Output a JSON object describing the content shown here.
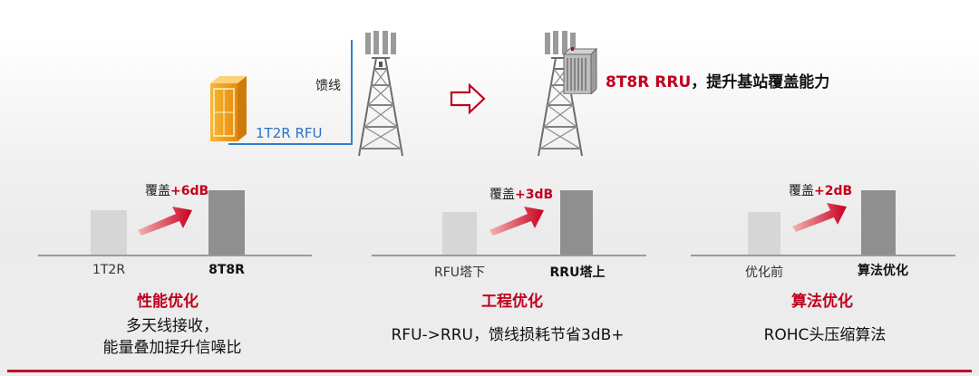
{
  "top": {
    "feeder_label": "馈线",
    "rfu_label": "1T2R RFU",
    "rru_prefix": "8T8R RRU",
    "rru_suffix": "，提升基站覆盖能力"
  },
  "panels": [
    {
      "gain_prefix": "覆盖",
      "gain_value": "+6dB",
      "before_label": "1T2R",
      "after_label": "8T8R",
      "title": "性能优化",
      "desc_line1": "多天线接收，",
      "desc_line2": "能量叠加提升信噪比"
    },
    {
      "gain_prefix": "覆盖",
      "gain_value": "+3dB",
      "before_label": "RFU塔下",
      "after_label": "RRU塔上",
      "title": "工程优化",
      "desc_line1": "RFU->RRU，馈线损耗节省3dB+",
      "desc_line2": ""
    },
    {
      "gain_prefix": "覆盖",
      "gain_value": "+2dB",
      "before_label": "优化前",
      "after_label": "算法优化",
      "title": "算法优化",
      "desc_line1": "ROHC头压缩算法",
      "desc_line2": ""
    }
  ],
  "colors": {
    "accent_red": "#c0001e",
    "feeder_blue": "#2d7fd3",
    "bar_before": "#d6d6d6",
    "bar_after": "#8f8f8f"
  },
  "icons": [
    "cabinet-icon",
    "tower-icon",
    "outline-arrow-icon",
    "rru-unit-icon",
    "gain-arrow-icon"
  ]
}
